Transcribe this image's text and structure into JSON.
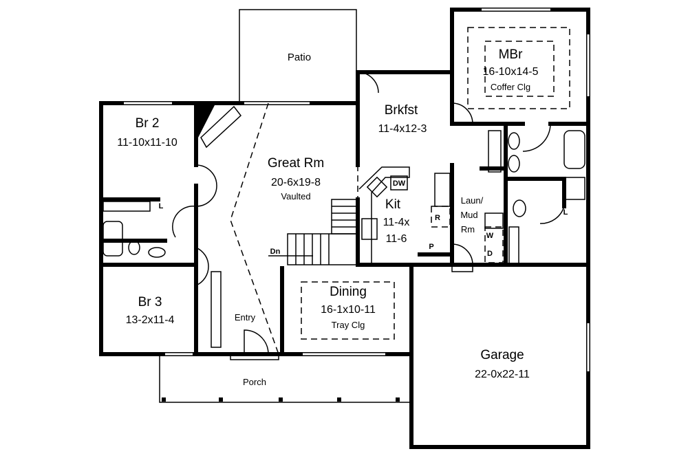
{
  "rooms": {
    "patio": {
      "name": "Patio"
    },
    "br2": {
      "name": "Br 2",
      "size": "11-10x11-10"
    },
    "great": {
      "name": "Great Rm",
      "size": "20-6x19-8",
      "note": "Vaulted"
    },
    "brkfst": {
      "name": "Brkfst",
      "size": "11-4x12-3"
    },
    "mbr": {
      "name": "MBr",
      "size": "16-10x14-5",
      "note": "Coffer Clg"
    },
    "kit": {
      "name": "Kit",
      "size1": "11-4x",
      "size2": "11-6"
    },
    "laun": {
      "line1": "Laun/",
      "line2": "Mud",
      "line3": "Rm"
    },
    "dining": {
      "name": "Dining",
      "size": "16-1x10-11",
      "note": "Tray Clg"
    },
    "br3": {
      "name": "Br 3",
      "size": "13-2x11-4"
    },
    "entry": {
      "name": "Entry"
    },
    "porch": {
      "name": "Porch"
    },
    "garage": {
      "name": "Garage",
      "size": "22-0x22-11"
    }
  },
  "fixtures": {
    "dw": "DW",
    "r": "R",
    "p": "P",
    "w": "W",
    "d": "D",
    "l1": "L",
    "l2": "L",
    "stairs": "Dn"
  }
}
